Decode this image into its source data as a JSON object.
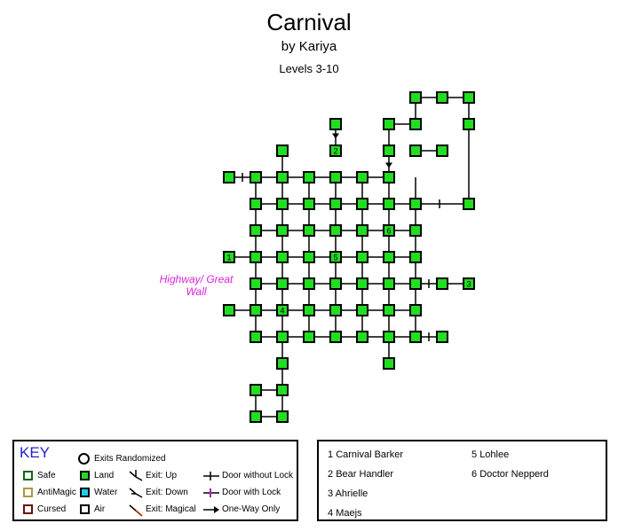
{
  "header": {
    "title": "Carnival",
    "byline": "by Kariya",
    "levels": "Levels 3-10"
  },
  "map": {
    "label": "Highway/ Great Wall",
    "room_color": "#22dd22",
    "door_color": "#000000"
  },
  "key": {
    "title": "KEY",
    "exits_randomized": "Exits Randomized",
    "safe": "Safe",
    "antimagic": "AntiMagic",
    "cursed": "Cursed",
    "land": "Land",
    "water": "Water",
    "air": "Air",
    "exit_up": "Exit: Up",
    "exit_down": "Exit: Down",
    "exit_magical": "Exit: Magical",
    "door_without_lock": "Door without Lock",
    "door_with_lock": "Door with Lock",
    "one_way_only": "One-Way Only",
    "colors": {
      "safe": "#116611",
      "antimagic": "#aa9944",
      "cursed": "#661111",
      "land": "#22dd22",
      "water": "#22ccee",
      "air": "#ffffff",
      "exit_magical": "#aa4411",
      "door_with_lock": "#aa22aa"
    }
  },
  "npcs": [
    {
      "num": "1",
      "name": "Carnival Barker"
    },
    {
      "num": "2",
      "name": "Bear Handler"
    },
    {
      "num": "3",
      "name": "Ahrielle"
    },
    {
      "num": "4",
      "name": "Maejs"
    },
    {
      "num": "5",
      "name": "Lohlee"
    },
    {
      "num": "6",
      "name": "Doctor Nepperd"
    }
  ]
}
